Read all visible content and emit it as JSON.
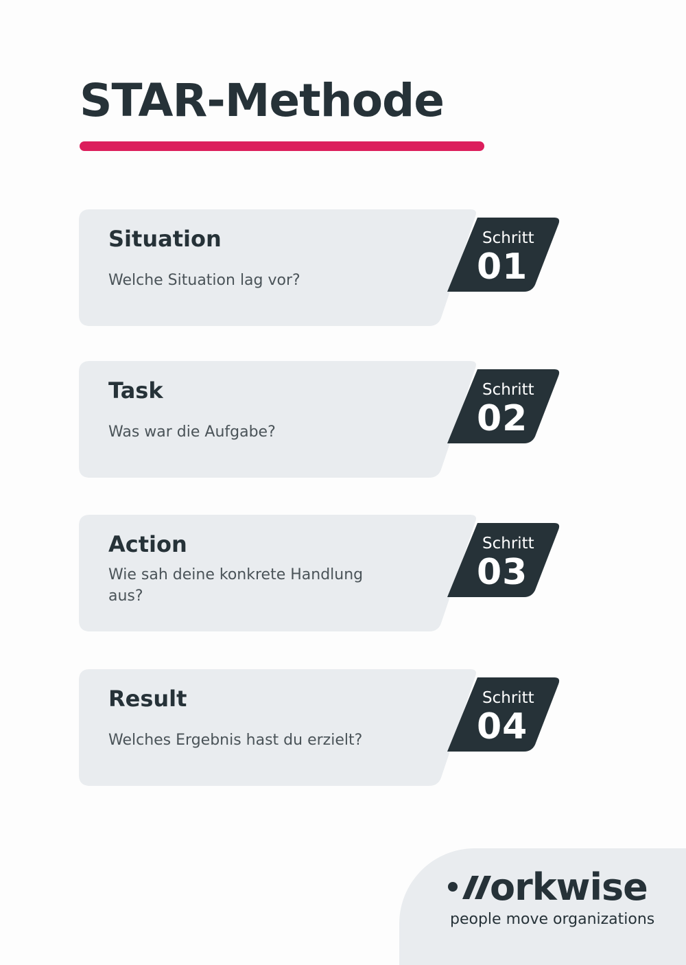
{
  "title": "STAR-Methode",
  "colors": {
    "accent": "#dc1e5c",
    "dark": "#263238",
    "card": "#e9ecef"
  },
  "steps": [
    {
      "title": "Situation",
      "question": "Welche Situation lag vor?",
      "badge_label": "Schritt",
      "badge_number": "01"
    },
    {
      "title": "Task",
      "question": "Was war die Aufgabe?",
      "badge_label": "Schritt",
      "badge_number": "02"
    },
    {
      "title": "Action",
      "question": "Wie sah deine konkrete Handlung aus?",
      "badge_label": "Schritt",
      "badge_number": "03"
    },
    {
      "title": "Result",
      "question": "Welches Ergebnis hast du erzielt?",
      "badge_label": "Schritt",
      "badge_number": "04"
    }
  ],
  "logo": {
    "wordmark": "orkwise",
    "tagline": "people move organizations"
  }
}
